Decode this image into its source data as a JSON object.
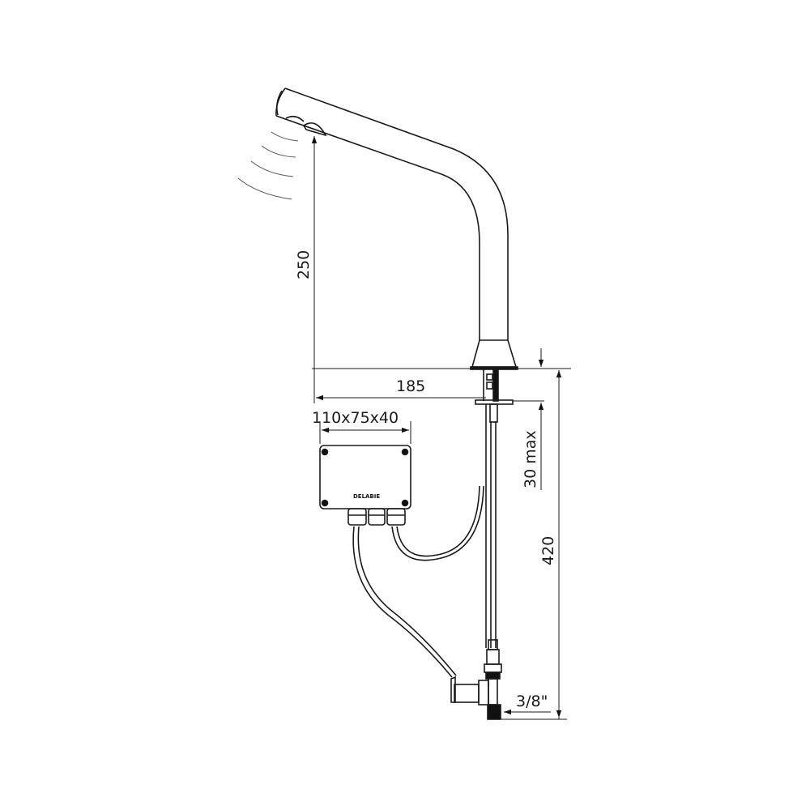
{
  "dimensions": {
    "spout_height": "250",
    "spout_reach": "185",
    "box_size": "110x75x40",
    "deck_thickness": "30 max",
    "total_height": "420",
    "connection": "3/8\""
  },
  "brand": "DELABIE"
}
